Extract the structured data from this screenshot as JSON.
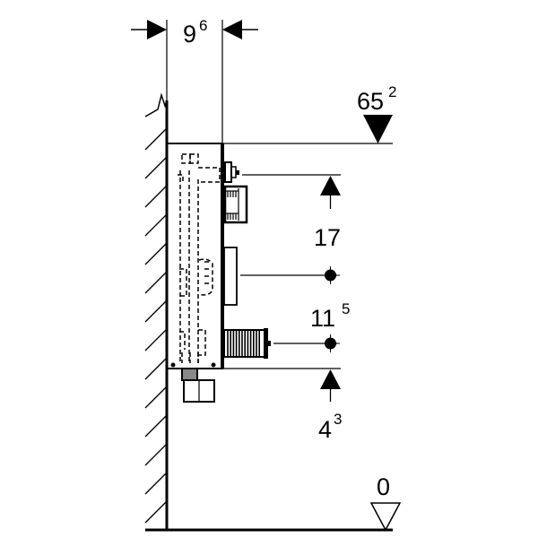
{
  "title": "Installation frame side elevation with dimensions (cm)",
  "colors": {
    "line": "#000000",
    "background": "#ffffff"
  },
  "dimensions": {
    "frame_depth": {
      "main": "9",
      "sup": "6"
    },
    "top_height": {
      "main": "65",
      "sup": "2"
    },
    "upper_span": {
      "main": "17",
      "sup": ""
    },
    "middle_span": {
      "main": "11",
      "sup": "5"
    },
    "lower_span": {
      "main": "4",
      "sup": "3"
    },
    "floor_level": {
      "main": "0",
      "sup": ""
    }
  },
  "icons": {
    "top_level_marker": "filled-down-triangle",
    "floor_level_marker": "outline-down-triangle",
    "dimension_arrow": "filled-arrow",
    "connection_point": "filled-dot"
  }
}
